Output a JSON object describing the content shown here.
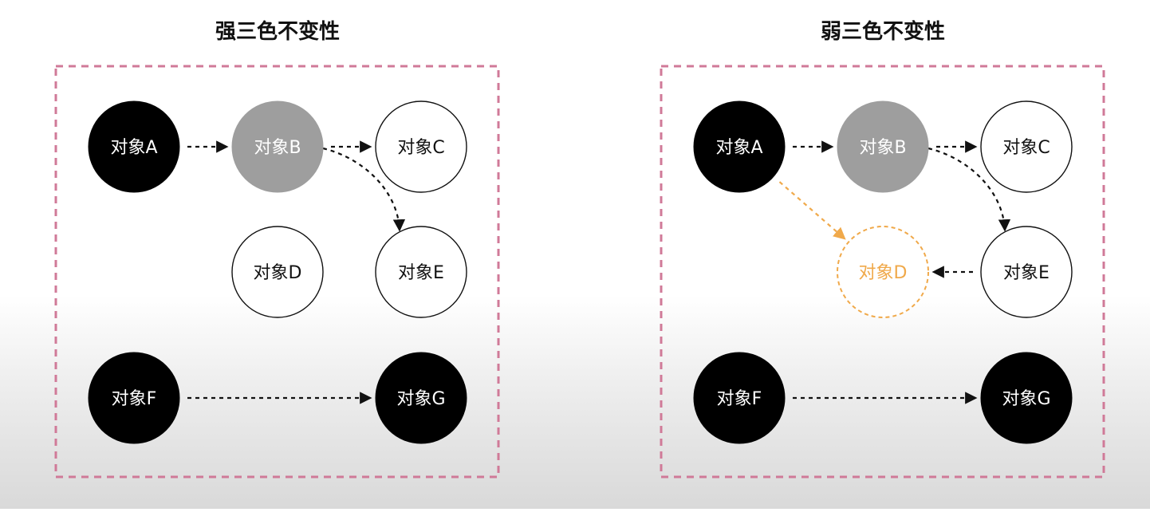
{
  "panels": [
    {
      "title": "强三色不变性",
      "nodes": [
        {
          "id": "A",
          "label": "对象A",
          "state": "black"
        },
        {
          "id": "B",
          "label": "对象B",
          "state": "gray"
        },
        {
          "id": "C",
          "label": "对象C",
          "state": "white"
        },
        {
          "id": "D",
          "label": "对象D",
          "state": "white"
        },
        {
          "id": "E",
          "label": "对象E",
          "state": "white"
        },
        {
          "id": "F",
          "label": "对象F",
          "state": "black"
        },
        {
          "id": "G",
          "label": "对象G",
          "state": "black"
        }
      ],
      "edges": [
        {
          "from": "A",
          "to": "B",
          "style": "normal"
        },
        {
          "from": "B",
          "to": "C",
          "style": "normal"
        },
        {
          "from": "B",
          "to": "E",
          "style": "normal",
          "curved": true
        },
        {
          "from": "F",
          "to": "G",
          "style": "normal"
        }
      ]
    },
    {
      "title": "弱三色不变性",
      "nodes": [
        {
          "id": "A",
          "label": "对象A",
          "state": "black"
        },
        {
          "id": "B",
          "label": "对象B",
          "state": "gray"
        },
        {
          "id": "C",
          "label": "对象C",
          "state": "white"
        },
        {
          "id": "D",
          "label": "对象D",
          "state": "highlight"
        },
        {
          "id": "E",
          "label": "对象E",
          "state": "white"
        },
        {
          "id": "F",
          "label": "对象F",
          "state": "black"
        },
        {
          "id": "G",
          "label": "对象G",
          "state": "black"
        }
      ],
      "edges": [
        {
          "from": "A",
          "to": "B",
          "style": "normal"
        },
        {
          "from": "B",
          "to": "C",
          "style": "normal"
        },
        {
          "from": "B",
          "to": "E",
          "style": "normal",
          "curved": true
        },
        {
          "from": "A",
          "to": "D",
          "style": "highlight"
        },
        {
          "from": "E",
          "to": "D",
          "style": "normal"
        },
        {
          "from": "F",
          "to": "G",
          "style": "normal"
        }
      ]
    }
  ],
  "colors": {
    "black_node": "#000000",
    "gray_node": "#9e9e9e",
    "white_node": "#ffffff",
    "highlight": "#f0a94a",
    "frame": "#d07a98",
    "edge": "#111111"
  }
}
